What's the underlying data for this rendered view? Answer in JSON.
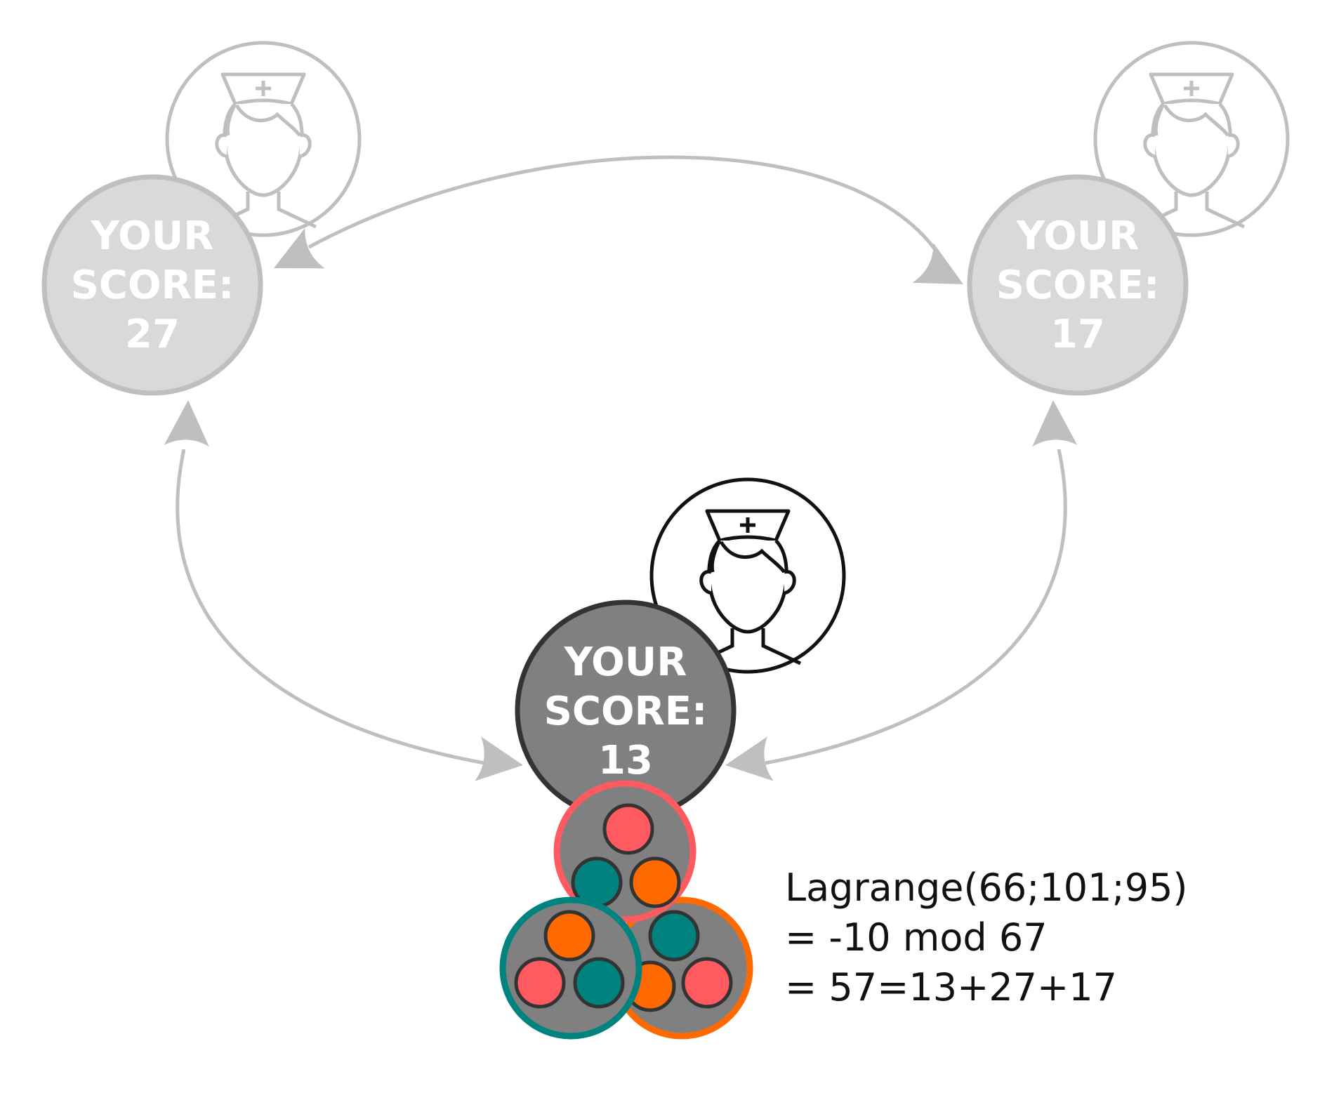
{
  "nodes": {
    "left": {
      "line1": "YOUR",
      "line2": "SCORE:",
      "score": "27",
      "fill_color": "#d9d9d9",
      "stroke_color": "#bfbfbf",
      "state": "inactive",
      "avatar_icon": "nurse-avatar-icon"
    },
    "right": {
      "line1": "YOUR",
      "line2": "SCORE:",
      "score": "17",
      "fill_color": "#d9d9d9",
      "stroke_color": "#bfbfbf",
      "state": "inactive",
      "avatar_icon": "nurse-avatar-icon"
    },
    "bottom": {
      "line1": "YOUR",
      "line2": "SCORE:",
      "score": "13",
      "fill_color": "#808080",
      "stroke_color": "#333333",
      "state": "active",
      "avatar_icon": "nurse-avatar-icon"
    }
  },
  "edge_color": "#bfbfbf",
  "shares": {
    "share_fill": "#808080",
    "colors": {
      "red": "#ff5a5f",
      "teal": "#00827f",
      "orange": "#ff6a00"
    }
  },
  "formula": {
    "line1": "Lagrange(66;101;95)",
    "line2": "= -10 mod 67",
    "line3": "= 57=13+27+17"
  }
}
